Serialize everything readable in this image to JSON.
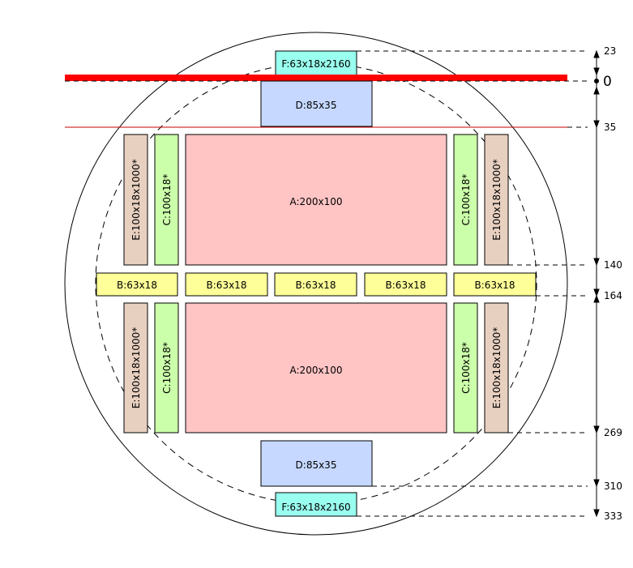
{
  "diagram": {
    "boxes": {
      "F": {
        "label": "F:63x18x2160",
        "color": "#99ffee"
      },
      "D": {
        "label": "D:85x35",
        "color": "#c6d8ff"
      },
      "A": {
        "label": "A:200x100",
        "color": "#ffc4c4"
      },
      "B": {
        "label": "B:63x18",
        "color": "#ffff99"
      },
      "C": {
        "label": "C:100x18*",
        "color": "#ccffaa"
      },
      "E": {
        "label": "E:100x18x1000*",
        "color": "#e8d0c0"
      }
    },
    "dimensions": {
      "d23": "23",
      "d0": "0",
      "d35": "35",
      "d140": "140",
      "d164": "164",
      "d269": "269",
      "d310": "310",
      "d333": "333"
    },
    "colors": {
      "red_line": "#ff0000",
      "thin_red_line": "#cc0000"
    }
  }
}
